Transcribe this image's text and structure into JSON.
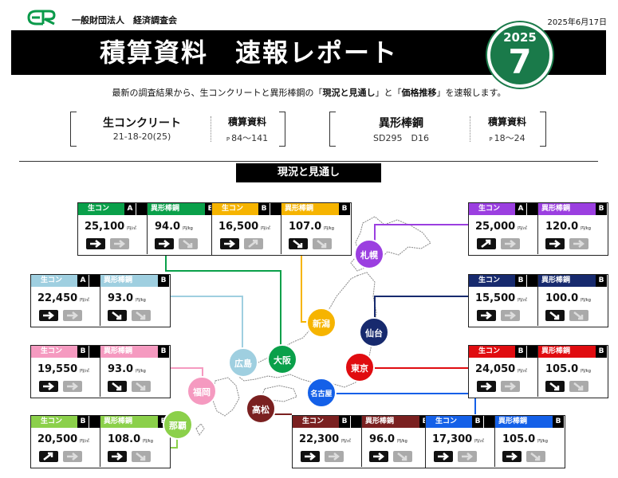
{
  "header": {
    "org": "一般財団法人　経済調査会",
    "date": "2025年6月17日",
    "title": "積算資料　速報レポート",
    "issue_year": "2025",
    "issue_number": "7"
  },
  "intro": {
    "prefix": "最新の調査結果から、生コンクリートと異形棒鋼の「",
    "bold1": "現況と見通し",
    "mid": "」と「",
    "bold2": "価格推移",
    "suffix": "」を速報します。"
  },
  "refs": {
    "concrete": {
      "title": "生コンクリート",
      "spec": "21-18-20(25)",
      "source": "積算資料",
      "pages": "84～141",
      "p": "P"
    },
    "rebar": {
      "title": "異形棒鋼",
      "spec": "SD295　D16",
      "source": "積算資料",
      "pages": "18～24",
      "p": "P"
    }
  },
  "section_title": "現況と見通し",
  "labels": {
    "concrete": "生コン",
    "rebar": "異形棒鋼",
    "unit_concrete": "円/㎥",
    "unit_rebar": "円/kg"
  },
  "colors": {
    "osaka": "#0aa04a",
    "niigata": "#f6b400",
    "sapporo": "#9b3fe0",
    "sendai": "#172a6e",
    "hiroshima": "#9fcfe0",
    "tokyo": "#e00c10",
    "fukuoka": "#f59ac0",
    "naha": "#8bd04a",
    "takamatsu": "#7a2020",
    "nagoya": "#1460e8"
  },
  "regions": [
    {
      "id": "osaka",
      "city": "大阪",
      "concrete_grade": "A",
      "concrete": "25,100",
      "rebar_grade": "B",
      "rebar": "94.0",
      "concrete_now": "flat",
      "concrete_outlook": "flat",
      "rebar_now": "flat",
      "rebar_outlook": "down"
    },
    {
      "id": "niigata",
      "city": "新潟",
      "concrete_grade": "B",
      "concrete": "16,500",
      "rebar_grade": "B",
      "rebar": "107.0",
      "concrete_now": "flat",
      "concrete_outlook": "up",
      "rebar_now": "down",
      "rebar_outlook": "down"
    },
    {
      "id": "sapporo",
      "city": "札幌",
      "concrete_grade": "A",
      "concrete": "25,000",
      "rebar_grade": "B",
      "rebar": "120.0",
      "concrete_now": "up",
      "concrete_outlook": "flat",
      "rebar_now": "flat",
      "rebar_outlook": "flat"
    },
    {
      "id": "hiroshima",
      "city": "広島",
      "concrete_grade": "A",
      "concrete": "22,450",
      "rebar_grade": "B",
      "rebar": "93.0",
      "concrete_now": "flat",
      "concrete_outlook": "flat",
      "rebar_now": "down",
      "rebar_outlook": "down"
    },
    {
      "id": "sendai",
      "city": "仙台",
      "concrete_grade": "B",
      "concrete": "15,500",
      "rebar_grade": "B",
      "rebar": "100.0",
      "concrete_now": "flat",
      "concrete_outlook": "flat",
      "rebar_now": "down",
      "rebar_outlook": "down"
    },
    {
      "id": "fukuoka",
      "city": "福岡",
      "concrete_grade": "B",
      "concrete": "19,550",
      "rebar_grade": "B",
      "rebar": "93.0",
      "concrete_now": "flat",
      "concrete_outlook": "flat",
      "rebar_now": "down",
      "rebar_outlook": "down"
    },
    {
      "id": "tokyo",
      "city": "東京",
      "concrete_grade": "B",
      "concrete": "24,050",
      "rebar_grade": "B",
      "rebar": "105.0",
      "concrete_now": "flat",
      "concrete_outlook": "flat",
      "rebar_now": "down",
      "rebar_outlook": "down"
    },
    {
      "id": "naha",
      "city": "那覇",
      "concrete_grade": "B",
      "concrete": "20,500",
      "rebar_grade": "B",
      "rebar": "108.0",
      "concrete_now": "up",
      "concrete_outlook": "flat",
      "rebar_now": "flat",
      "rebar_outlook": "down"
    },
    {
      "id": "takamatsu",
      "city": "高松",
      "concrete_grade": "B",
      "concrete": "22,300",
      "rebar_grade": "B",
      "rebar": "96.0",
      "concrete_now": "flat",
      "concrete_outlook": "flat",
      "rebar_now": "flat",
      "rebar_outlook": "down"
    },
    {
      "id": "nagoya",
      "city": "名古屋",
      "concrete_grade": "B",
      "concrete": "17,300",
      "rebar_grade": "B",
      "rebar": "105.0",
      "concrete_now": "flat",
      "concrete_outlook": "flat",
      "rebar_now": "flat",
      "rebar_outlook": "down"
    }
  ]
}
